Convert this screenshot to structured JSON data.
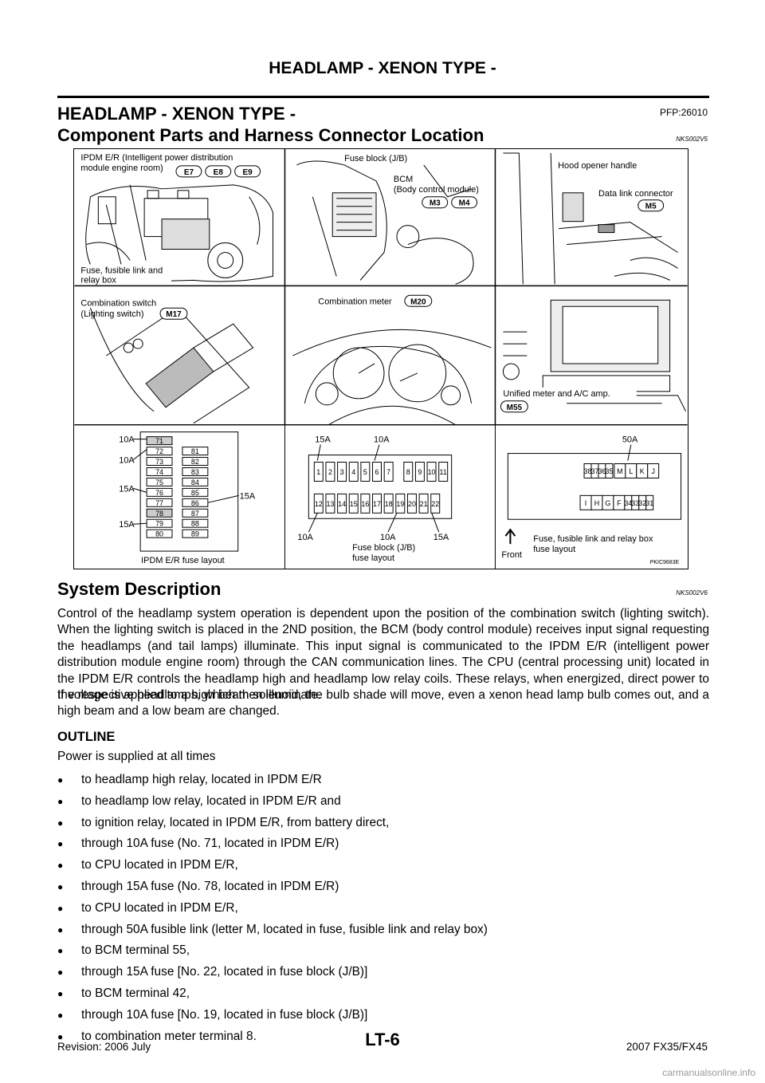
{
  "running_header": "HEADLAMP - XENON TYPE -",
  "section": {
    "title": "HEADLAMP - XENON TYPE -",
    "pfp": "PFP:26010"
  },
  "component_parts": {
    "title": "Component Parts and Harness Connector Location",
    "code": "NKS002V5"
  },
  "figure": {
    "figure_id": "PKIC9683E",
    "ipdm_label_1": "IPDM E/R (Intelligent power distribution",
    "ipdm_label_2": "module engine room)",
    "e7": "E7",
    "e8": "E8",
    "e9": "E9",
    "fuse_link_1": "Fuse, fusible link and",
    "fuse_link_2": "relay box",
    "fuse_block": "Fuse block (J/B)",
    "bcm_1": "BCM",
    "bcm_2": "(Body control module)",
    "m3": "M3",
    "m4": "M4",
    "hood_opener": "Hood opener handle",
    "data_link": "Data link connector",
    "m5": "M5",
    "comb_switch_1": "Combination switch",
    "comb_switch_2": "(Lighting switch)",
    "m17": "M17",
    "comb_meter": "Combination meter",
    "m20": "M20",
    "unified": "Unified meter and A/C amp.",
    "m55": "M55",
    "ipdm_fuses_left": [
      "71",
      "72",
      "73",
      "74",
      "75",
      "76",
      "77",
      "78",
      "79",
      "80"
    ],
    "ipdm_fuses_right": [
      "81",
      "82",
      "83",
      "84",
      "85",
      "86",
      "87",
      "88",
      "89"
    ],
    "ipdm_amps": [
      "10A",
      "10A",
      "15A",
      "15A",
      "15A"
    ],
    "ipdm_layout": "IPDM E/R fuse layout",
    "jb_top_row": [
      "1",
      "2",
      "3",
      "4",
      "5",
      "6",
      "7",
      "8",
      "9",
      "10",
      "11"
    ],
    "jb_bottom_row": [
      "12",
      "13",
      "14",
      "15",
      "16",
      "17",
      "18",
      "19",
      "20",
      "21",
      "22"
    ],
    "jb_amps_top": [
      "15A",
      "10A"
    ],
    "jb_amps_bottom": [
      "10A",
      "10A",
      "15A"
    ],
    "jb_layout_1": "Fuse block (J/B)",
    "jb_layout_2": "fuse layout",
    "relay_top_row": [
      "38",
      "37",
      "36",
      "35",
      "M",
      "L",
      "K",
      "J"
    ],
    "relay_bottom_row": [
      "I",
      "H",
      "G",
      "F",
      "34",
      "33",
      "32",
      "31"
    ],
    "relay_amp": "50A",
    "front": "Front",
    "relay_layout_1": "Fuse, fusible link and relay box",
    "relay_layout_2": "fuse layout"
  },
  "system_description": {
    "title": "System Description",
    "code": "NKS002V6",
    "paragraph1": "Control of the headlamp system operation is dependent upon the position of the combination switch (lighting switch). When the lighting switch is placed in the 2ND position, the BCM (body control module) receives input signal requesting the headlamps (and tail lamps) illuminate. This input signal is communicated to the IPDM E/R (intelligent power distribution module engine room) through the CAN communication lines. The CPU (central processing unit) located in the IPDM E/R controls the headlamp high and headlamp low relay coils. These relays, when energized, direct power to the respective headlamps, which then illuminate.",
    "paragraph2": "If voltage is applied to a high beam solenoid, the bulb shade will move, even a xenon head lamp bulb comes out, and a high beam and a low beam are changed."
  },
  "outline": {
    "title": "OUTLINE",
    "intro": "Power is supplied at all times",
    "bullet": "●",
    "items": [
      "to headlamp high relay, located in IPDM E/R",
      "to headlamp low relay, located in IPDM E/R and",
      "to ignition relay, located in IPDM E/R, from battery direct,",
      "through 10A fuse (No. 71, located in IPDM E/R)",
      "to CPU located in IPDM E/R,",
      "through 15A fuse (No. 78, located in IPDM E/R)",
      "to CPU located in IPDM E/R,",
      "through 50A fusible link (letter M, located in fuse, fusible link and relay box)",
      "to BCM terminal 55,",
      "through 15A fuse [No. 22, located in fuse block (J/B)]",
      "to BCM terminal 42,",
      "through 10A fuse [No. 19, located in fuse block (J/B)]",
      "to combination meter terminal 8."
    ]
  },
  "footer": {
    "page": "LT-6",
    "revision": "Revision: 2006 July",
    "model": "2007 FX35/FX45",
    "watermark": "carmanualsonline.info"
  }
}
